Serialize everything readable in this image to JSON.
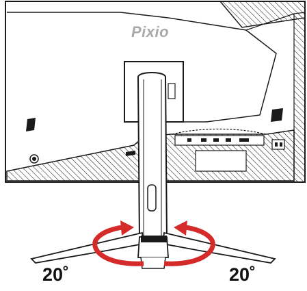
{
  "figure": {
    "brand_logo": "Pixio",
    "rotation_left_label": "20˚",
    "rotation_right_label": "20˚",
    "arrow_color": "#d42a2a",
    "line_color": "#1a1a1a"
  }
}
